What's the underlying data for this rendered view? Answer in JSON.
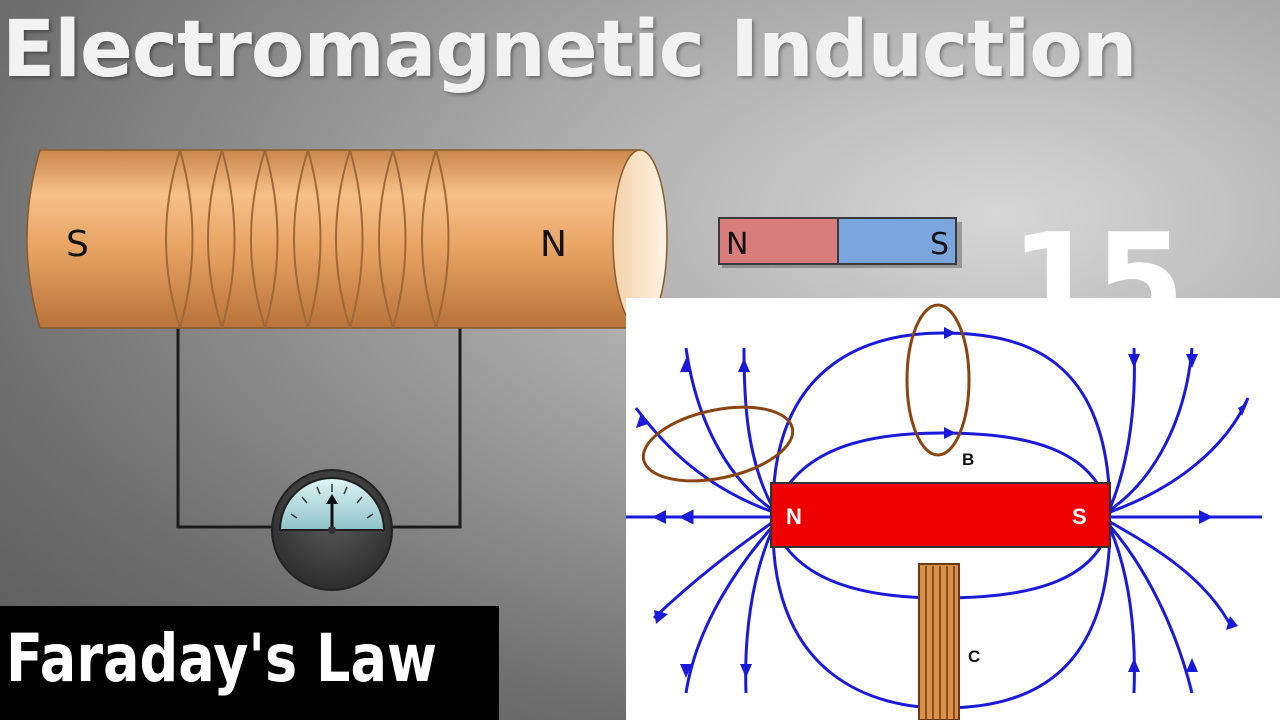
{
  "title": "Electromagnetic Induction",
  "caption": "Faraday's Law",
  "episode_number": "15",
  "solenoid": {
    "left_pole": "S",
    "right_pole": "N"
  },
  "bar_magnet": {
    "left_pole": "N",
    "right_pole": "S"
  },
  "field_diagram": {
    "north_label": "N",
    "south_label": "S",
    "field_label": "B",
    "coil_label": "C"
  },
  "colors": {
    "field_lines": "#1a1adb",
    "magnet_red": "#ee0000",
    "loop_brown": "#8b4513",
    "copper": "#e3a25d"
  }
}
